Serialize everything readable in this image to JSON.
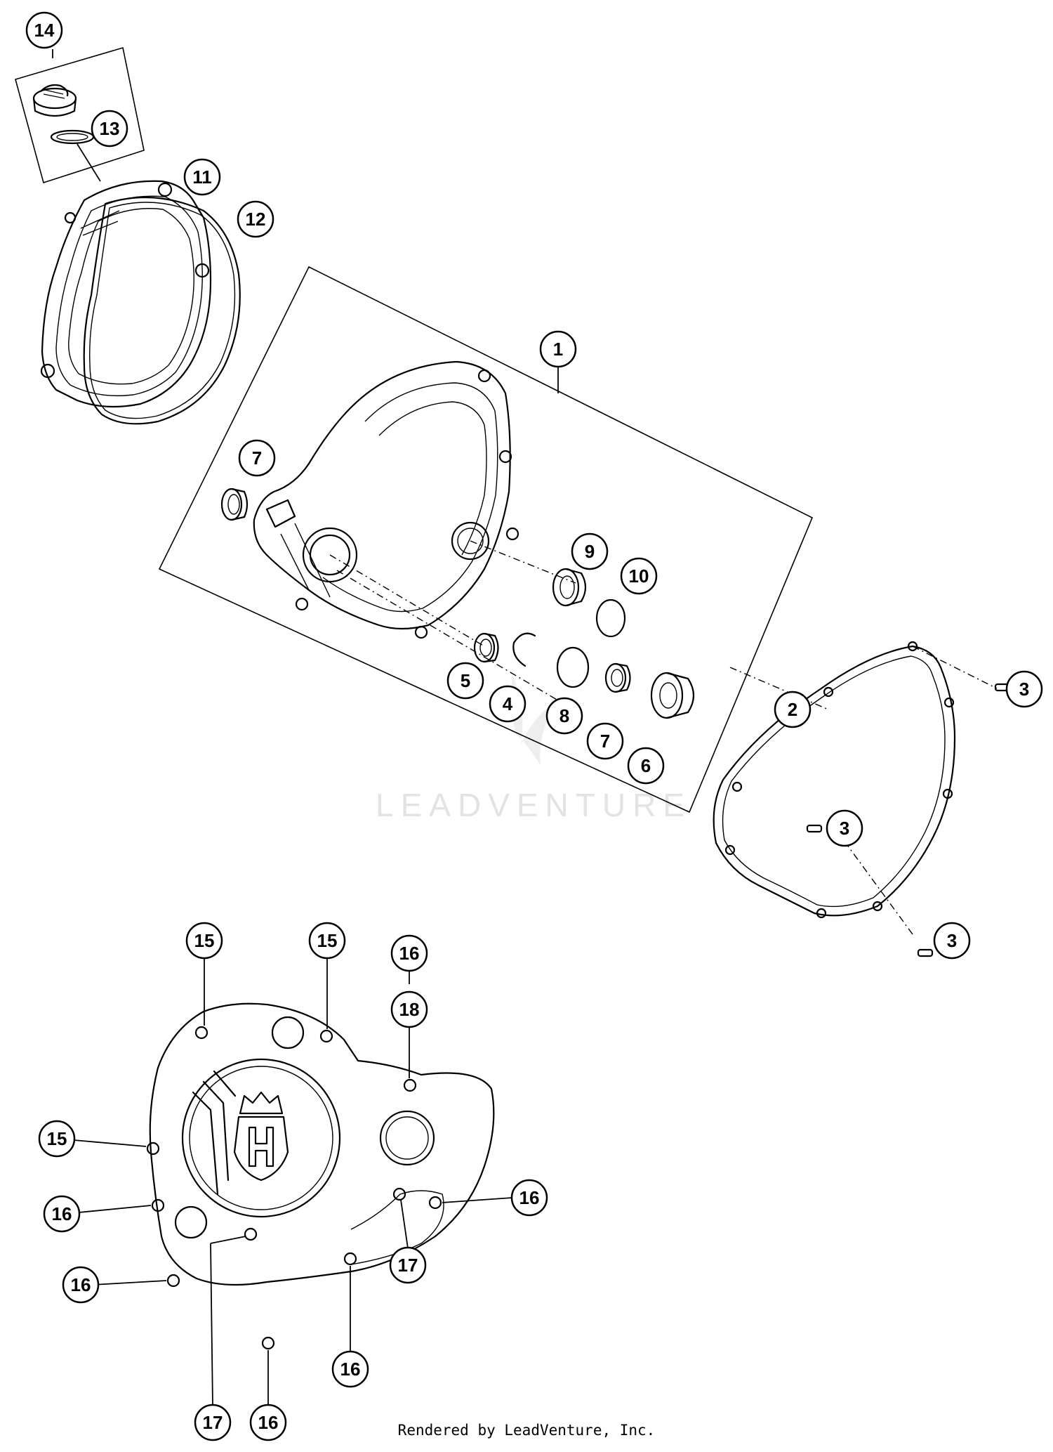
{
  "watermark": "LEADVENTURE",
  "footer": {
    "credit": "Rendered by LeadVenture, Inc."
  },
  "callouts": {
    "c14": "14",
    "c13": "13",
    "c11": "11",
    "c12": "12",
    "c1": "1",
    "c7a": "7",
    "c9": "9",
    "c10": "10",
    "c5": "5",
    "c4": "4",
    "c8": "8",
    "c7b": "7",
    "c6": "6",
    "c2": "2",
    "c3a": "3",
    "c3b": "3",
    "c3c": "3",
    "c15a": "15",
    "c15b": "15",
    "c15c": "15",
    "c16a": "16",
    "c18": "18",
    "c16b": "16",
    "c16c": "16",
    "c16d": "16",
    "c17a": "17",
    "c16e": "16",
    "c17b": "17",
    "c16f": "16"
  }
}
